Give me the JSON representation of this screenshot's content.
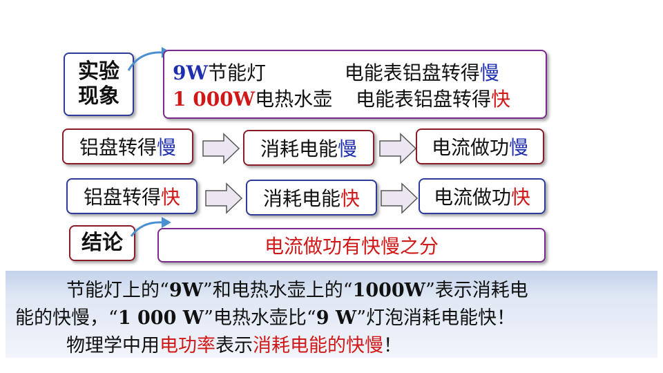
{
  "observation": {
    "label": "实验\n现象",
    "line1": {
      "num": "9W",
      "device": "节能灯",
      "meter": "电能表铝盘转得",
      "speed": "慢"
    },
    "line2": {
      "num": "1 000W",
      "device": "电热水壶",
      "meter": "电能表铝盘转得",
      "speed": "快"
    }
  },
  "flow_slow": [
    {
      "text": "铝盘转得",
      "hl": "慢"
    },
    {
      "text": "消耗电能",
      "hl": "慢"
    },
    {
      "text": "电流做功",
      "hl": "慢"
    }
  ],
  "flow_fast": [
    {
      "text": "铝盘转得",
      "hl": "快"
    },
    {
      "text": "消耗电能",
      "hl": "快"
    },
    {
      "text": "电流做功",
      "hl": "快"
    }
  ],
  "conclusion": {
    "label": "结论",
    "text": "电流做功有快慢之分"
  },
  "summary": {
    "p1a": "节能灯上的“",
    "p1b": "9W",
    "p1c": "”和电热水壶上的“",
    "p1d": "1000W",
    "p1e": "”表示消耗电",
    "p2a": "能的快慢，“",
    "p2b": "1 000 W",
    "p2c": "”电热水壶比“",
    "p2d": "9 W",
    "p2e": "”灯泡消耗电能快！",
    "p3a": "物理学中用",
    "p3b": "电功率",
    "p3c": "表示",
    "p3d": "消耗电能的快慢",
    "p3e": "！"
  },
  "colors": {
    "blue": "#1f2fb0",
    "red": "#d01818",
    "purple_border": "#7a2a8c",
    "maroon_border": "#8a1c2a",
    "navy_border": "#2c3a9a"
  }
}
